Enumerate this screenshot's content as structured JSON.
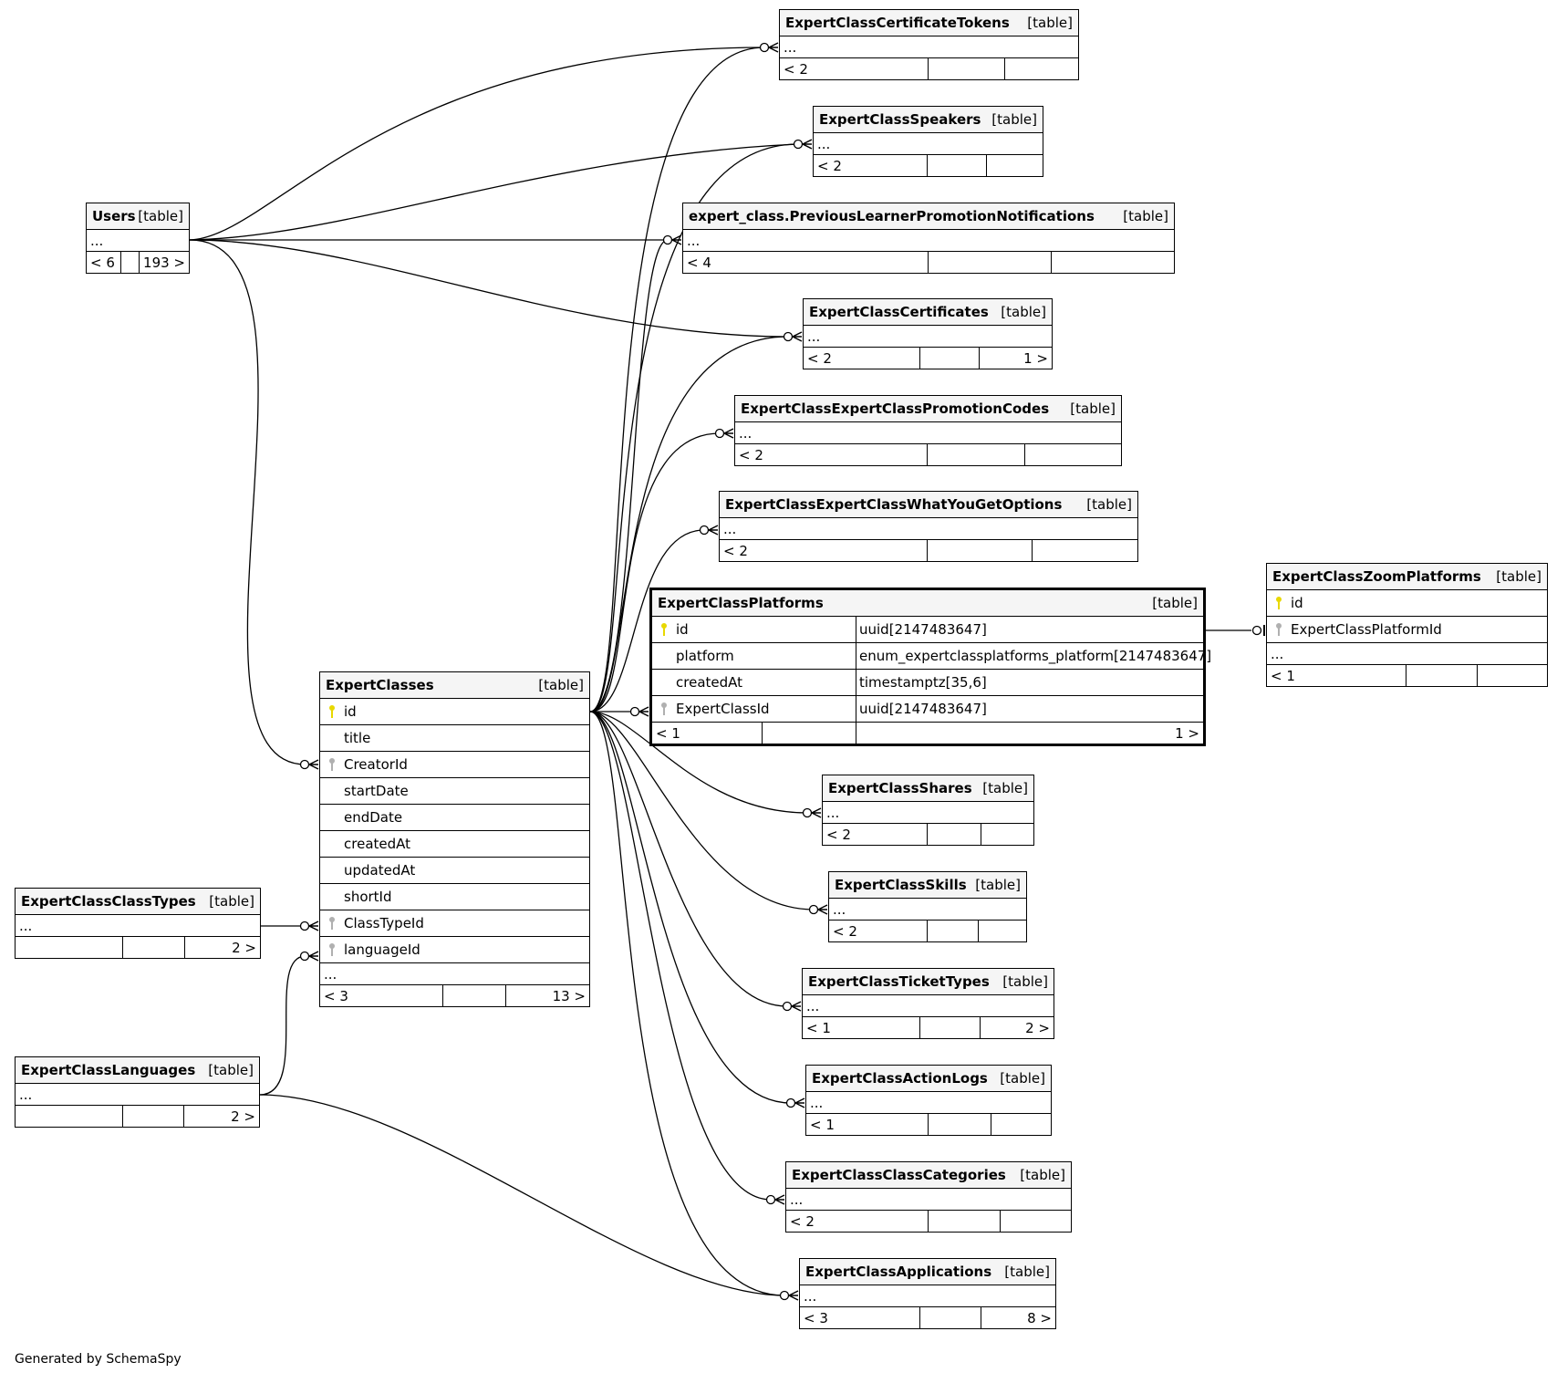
{
  "credit": "Generated by SchemaSpy",
  "tables": {
    "users": {
      "name": "Users",
      "kind": "[table]",
      "more": "...",
      "foot": [
        "< 6",
        "",
        "193 >"
      ]
    },
    "tokens": {
      "name": "ExpertClassCertificateTokens",
      "kind": "[table]",
      "more": "...",
      "foot": [
        "< 2",
        "",
        ""
      ]
    },
    "speakers": {
      "name": "ExpertClassSpeakers",
      "kind": "[table]",
      "more": "...",
      "foot": [
        "< 2",
        "",
        ""
      ]
    },
    "promoNotif": {
      "name": "expert_class.PreviousLearnerPromotionNotifications",
      "kind": "[table]",
      "more": "...",
      "foot": [
        "< 4",
        "",
        ""
      ]
    },
    "certificates": {
      "name": "ExpertClassCertificates",
      "kind": "[table]",
      "more": "...",
      "foot": [
        "< 2",
        "",
        "1 >"
      ]
    },
    "promoCodes": {
      "name": "ExpertClassExpertClassPromotionCodes",
      "kind": "[table]",
      "more": "...",
      "foot": [
        "< 2",
        "",
        ""
      ]
    },
    "whatYouGet": {
      "name": "ExpertClassExpertClassWhatYouGetOptions",
      "kind": "[table]",
      "more": "...",
      "foot": [
        "< 2",
        "",
        ""
      ]
    },
    "platforms": {
      "name": "ExpertClassPlatforms",
      "kind": "[table]",
      "columns": [
        {
          "name": "id",
          "type": "uuid[2147483647]",
          "key": "pk"
        },
        {
          "name": "platform",
          "type": "enum_expertclassplatforms_platform[2147483647]",
          "key": ""
        },
        {
          "name": "createdAt",
          "type": "timestamptz[35,6]",
          "key": ""
        },
        {
          "name": "ExpertClassId",
          "type": "uuid[2147483647]",
          "key": "fk"
        }
      ],
      "foot": [
        "< 1",
        "",
        "1 >"
      ]
    },
    "zoom": {
      "name": "ExpertClassZoomPlatforms",
      "kind": "[table]",
      "columns": [
        {
          "name": "id",
          "key": "pk"
        },
        {
          "name": "ExpertClassPlatformId",
          "key": "fk"
        }
      ],
      "more": "...",
      "foot": [
        "< 1",
        "",
        ""
      ]
    },
    "expertClasses": {
      "name": "ExpertClasses",
      "kind": "[table]",
      "columns": [
        {
          "name": "id",
          "key": "pk"
        },
        {
          "name": "title",
          "key": ""
        },
        {
          "name": "CreatorId",
          "key": "fk"
        },
        {
          "name": "startDate",
          "key": ""
        },
        {
          "name": "endDate",
          "key": ""
        },
        {
          "name": "createdAt",
          "key": ""
        },
        {
          "name": "updatedAt",
          "key": ""
        },
        {
          "name": "shortId",
          "key": ""
        },
        {
          "name": "ClassTypeId",
          "key": "fk"
        },
        {
          "name": "languageId",
          "key": "fk"
        }
      ],
      "more": "...",
      "foot": [
        "< 3",
        "",
        "13 >"
      ]
    },
    "classTypes": {
      "name": "ExpertClassClassTypes",
      "kind": "[table]",
      "more": "...",
      "foot": [
        "",
        "",
        "2 >"
      ]
    },
    "languages": {
      "name": "ExpertClassLanguages",
      "kind": "[table]",
      "more": "...",
      "foot": [
        "",
        "",
        "2 >"
      ]
    },
    "shares": {
      "name": "ExpertClassShares",
      "kind": "[table]",
      "more": "...",
      "foot": [
        "< 2",
        "",
        ""
      ]
    },
    "skills": {
      "name": "ExpertClassSkills",
      "kind": "[table]",
      "more": "...",
      "foot": [
        "< 2",
        "",
        ""
      ]
    },
    "ticketTypes": {
      "name": "ExpertClassTicketTypes",
      "kind": "[table]",
      "more": "...",
      "foot": [
        "< 1",
        "",
        "2 >"
      ]
    },
    "actionLogs": {
      "name": "ExpertClassActionLogs",
      "kind": "[table]",
      "more": "...",
      "foot": [
        "< 1",
        "",
        ""
      ]
    },
    "categories": {
      "name": "ExpertClassClassCategories",
      "kind": "[table]",
      "more": "...",
      "foot": [
        "< 2",
        "",
        ""
      ]
    },
    "applications": {
      "name": "ExpertClassApplications",
      "kind": "[table]",
      "more": "...",
      "foot": [
        "< 3",
        "",
        "8 >"
      ]
    }
  }
}
